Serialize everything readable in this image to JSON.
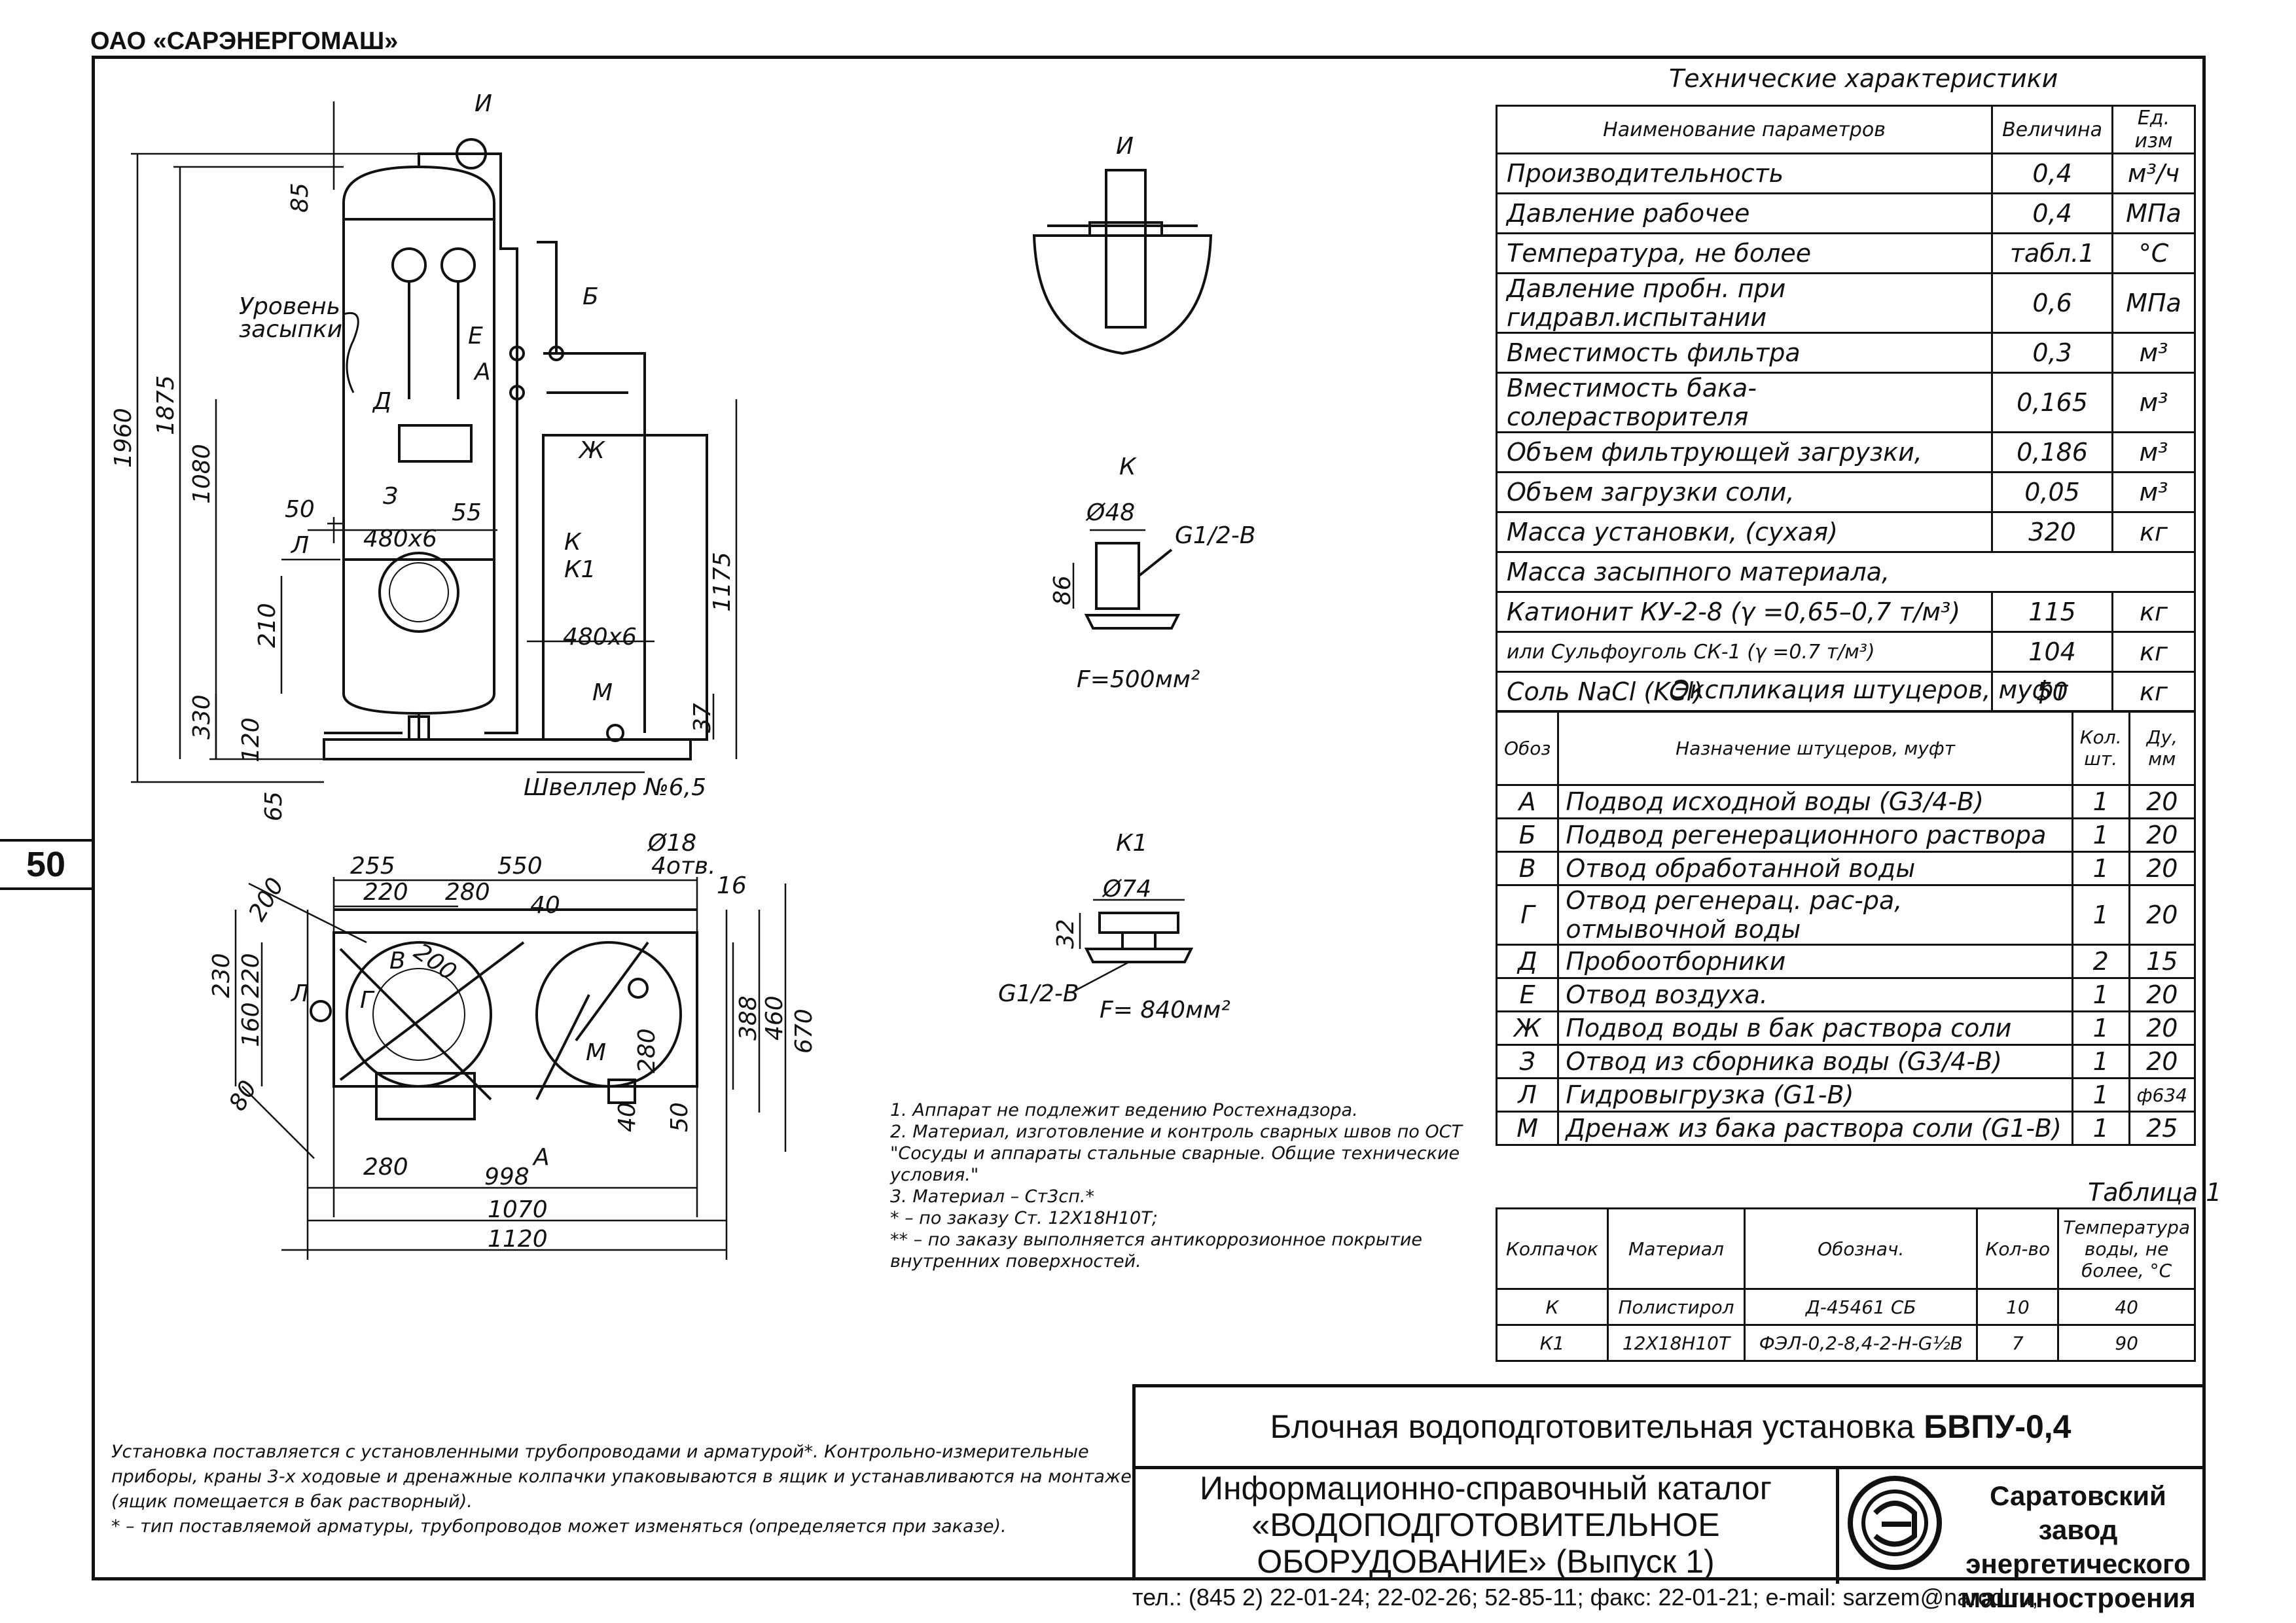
{
  "header": {
    "company": "ОАО «САРЭНЕРГОМАШ»",
    "page_number": "50"
  },
  "specs": {
    "title": "Технические характеристики",
    "headers": [
      "Наименование параметров",
      "Величина",
      "Ед. изм"
    ],
    "rows": [
      {
        "name": "Производительность",
        "value": "0,4",
        "unit": "м³/ч"
      },
      {
        "name": "Давление рабочее",
        "value": "0,4",
        "unit": "МПа"
      },
      {
        "name": "Температура, не более",
        "value": "табл.1",
        "unit": "°С"
      },
      {
        "name": "Давление пробн. при гидравл.испытании",
        "value": "0,6",
        "unit": "МПа"
      },
      {
        "name": "Вместимость фильтра",
        "value": "0,3",
        "unit": "м³"
      },
      {
        "name": "Вместимость бака-солерастворителя",
        "value": "0,165",
        "unit": "м³"
      },
      {
        "name": "Объем фильтрующей загрузки,",
        "value": "0,186",
        "unit": "м³"
      },
      {
        "name": "Объем загрузки соли,",
        "value": "0,05",
        "unit": "м³"
      },
      {
        "name": "Масса установки, (сухая)",
        "value": "320",
        "unit": "кг"
      }
    ],
    "media_heading": "Масса засыпного материала,",
    "media_rows": [
      {
        "name": "Катионит КУ-2-8 (γ =0,65–0,7 т/м³)",
        "value": "115",
        "unit": "кг"
      },
      {
        "name": "или Сульфоуголь СК-1 (γ =0.7 т/м³)",
        "value": "104",
        "unit": "кг"
      },
      {
        "name": "Соль NaCl (KCl)",
        "value": "50",
        "unit": "кг"
      }
    ]
  },
  "fittings": {
    "title": "Экспликация штуцеров, муфт",
    "headers": [
      "Обоз",
      "Назначение штуцеров, муфт",
      "Кол. шт.",
      "Ду, мм"
    ],
    "rows": [
      {
        "code": "А",
        "purpose": "Подвод исходной воды (G3/4-В)",
        "qty": "1",
        "dn": "20"
      },
      {
        "code": "Б",
        "purpose": "Подвод регенерационного раствора",
        "qty": "1",
        "dn": "20"
      },
      {
        "code": "В",
        "purpose": "Отвод обработанной воды",
        "qty": "1",
        "dn": "20"
      },
      {
        "code": "Г",
        "purpose": "Отвод регенерац. рас-ра, отмывочной воды",
        "qty": "1",
        "dn": "20"
      },
      {
        "code": "Д",
        "purpose": "Пробоотборники",
        "qty": "2",
        "dn": "15"
      },
      {
        "code": "Е",
        "purpose": "Отвод воздуха.",
        "qty": "1",
        "dn": "20"
      },
      {
        "code": "Ж",
        "purpose": "Подвод воды в бак раствора соли",
        "qty": "1",
        "dn": "20"
      },
      {
        "code": "З",
        "purpose": "Отвод из сборника воды (G3/4-В)",
        "qty": "1",
        "dn": "20"
      },
      {
        "code": "Л",
        "purpose": "Гидровыгрузка (G1-В)",
        "qty": "1",
        "dn": "ф634"
      },
      {
        "code": "М",
        "purpose": "Дренаж из бака раствора соли (G1-В)",
        "qty": "1",
        "dn": "25"
      }
    ]
  },
  "table1": {
    "title": "Таблица 1",
    "headers": [
      "Колпачок",
      "Материал",
      "Обознач.",
      "Кол-во",
      "Температура воды, не более, °С"
    ],
    "rows": [
      {
        "cap": "К",
        "material": "Полистирол",
        "designation": "Д-45461 СБ",
        "qty": "10",
        "temp": "40"
      },
      {
        "cap": "К1",
        "material": "12Х18Н10Т",
        "designation": "ФЭЛ-0,2-8,4-2-Н-G½В",
        "qty": "7",
        "temp": "90"
      }
    ]
  },
  "notes": [
    "1. Аппарат не подлежит ведению Ростехнадзора.",
    "2. Материал, изготовление и контроль сварных швов по ОСТ \"Сосуды и аппараты стальные сварные. Общие технические условия.\"",
    "3. Материал – Ст3сп.*",
    "* – по заказу Ст. 12Х18Н10Т;",
    "** – по заказу выполняется антикоррозионное покрытие внутренних поверхностей."
  ],
  "bottom_note": [
    "Установка поставляется с установленными трубопроводами и арматурой*. Контрольно-измерительные приборы, краны 3-х ходовые и дренажные колпачки упаковываются в ящик и устанавливаются на монтаже (ящик помещается в бак растворный).",
    "* – тип поставляемой арматуры, трубопроводов может изменяться (определяется при заказе)."
  ],
  "title_block": {
    "title_prefix": "Блочная водоподготовительная установка",
    "title_model": "БВПУ-0,4",
    "catalog_lines": [
      "Информационно-справочный каталог",
      "«ВОДОПОДГОТОВИТЕЛЬНОЕ",
      "ОБОРУДОВАНИЕ» (Выпуск 1)"
    ],
    "maker_lines": [
      "Саратовский завод",
      "энергетического",
      "машиностроения"
    ]
  },
  "contacts": "тел.: (845 2) 22-01-24; 22-02-26; 52-85-11; факс: 22-01-21; e-mail: sarzem@narod.ru,",
  "drawing": {
    "front_dims": [
      "1960",
      "1875",
      "1080",
      "1175",
      "330",
      "120",
      "65",
      "85",
      "210",
      "50",
      "55",
      "37"
    ],
    "front_labels": {
      "level": [
        "Уровень",
        "засыпки"
      ],
      "channel": "Швеллер №6,5",
      "hole1": "480х6",
      "hole2": "480х6",
      "marks": [
        "И",
        "Б",
        "Е",
        "А",
        "Д",
        "З",
        "Л",
        "К",
        "К1",
        "М",
        "Ж"
      ]
    },
    "plan_dims": [
      "255",
      "550",
      "220",
      "280",
      "40",
      "200",
      "230",
      "220",
      "160",
      "80",
      "388",
      "460",
      "670",
      "280",
      "280",
      "40",
      "50",
      "998",
      "1070",
      "1120",
      "Ø18",
      "4отв.",
      "16",
      "200"
    ],
    "plan_marks": [
      "Л",
      "В",
      "Г",
      "М",
      "А"
    ],
    "detail_I": {
      "label": "И"
    },
    "detail_K": {
      "label": "К",
      "dia": "Ø48",
      "thread": "G1/2-В",
      "height": "86",
      "area": "F=500мм²"
    },
    "detail_K1": {
      "label": "К1",
      "dia": "Ø74",
      "height": "32",
      "thread": "G1/2-В",
      "area": "F= 840мм²"
    }
  }
}
